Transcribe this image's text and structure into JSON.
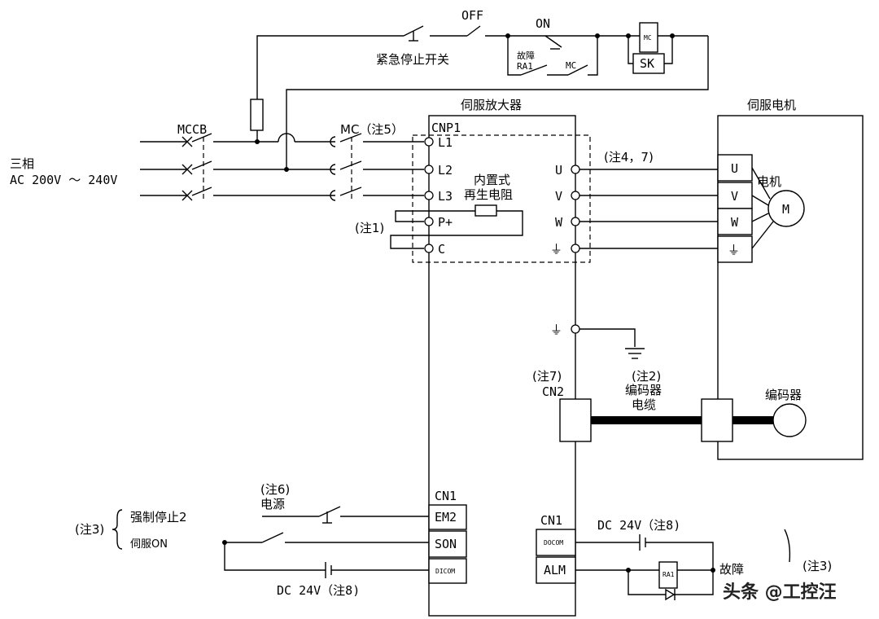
{
  "labels": {
    "off": "OFF",
    "on": "ON",
    "emergency_stop": "紧急停止开关",
    "fault": "故障",
    "ra1": "RA1",
    "mc": "MC",
    "mc_coil": "MC",
    "sk": "SK",
    "servo_amp": "伺服放大器",
    "servo_motor": "伺服电机",
    "mccb": "MCCB",
    "mc_note5": "MC（注5）",
    "cnp1": "CNP1",
    "three_phase": "三相",
    "ac_range": "AC 200V ～ 240V",
    "l1": "L1",
    "l2": "L2",
    "l3": "L3",
    "p_plus": "P+",
    "c": "C",
    "regen_resistor_1": "内置式",
    "regen_resistor_2": "再生电阻",
    "note1": "(注1)",
    "u": "U",
    "v": "V",
    "w": "W",
    "note47": "(注4，7)",
    "motor_label": "电机",
    "motor_m": "M",
    "ground_symbol": "⏚",
    "note7": "(注7)",
    "cn2": "CN2",
    "note2": "(注2)",
    "encoder_cable_1": "编码器",
    "encoder_cable_2": "电缆",
    "encoder": "编码器",
    "cn1_left": "CN1",
    "em2": "EM2",
    "son": "SON",
    "dicom": "DICOM",
    "note6": "(注6)",
    "power": "电源",
    "note3_left": "(注3)",
    "forced_stop": "强制停止2",
    "servo_on": "伺服ON",
    "dc24_left": "DC 24V（注8)",
    "cn1_right": "CN1",
    "docom": "DOCOM",
    "alm": "ALM",
    "dc24_right": "DC 24V（注8)",
    "ra1_coil": "RA1",
    "fault_right": "故障",
    "note3_right": "(注3)",
    "watermark": "头条 @工控汪"
  }
}
